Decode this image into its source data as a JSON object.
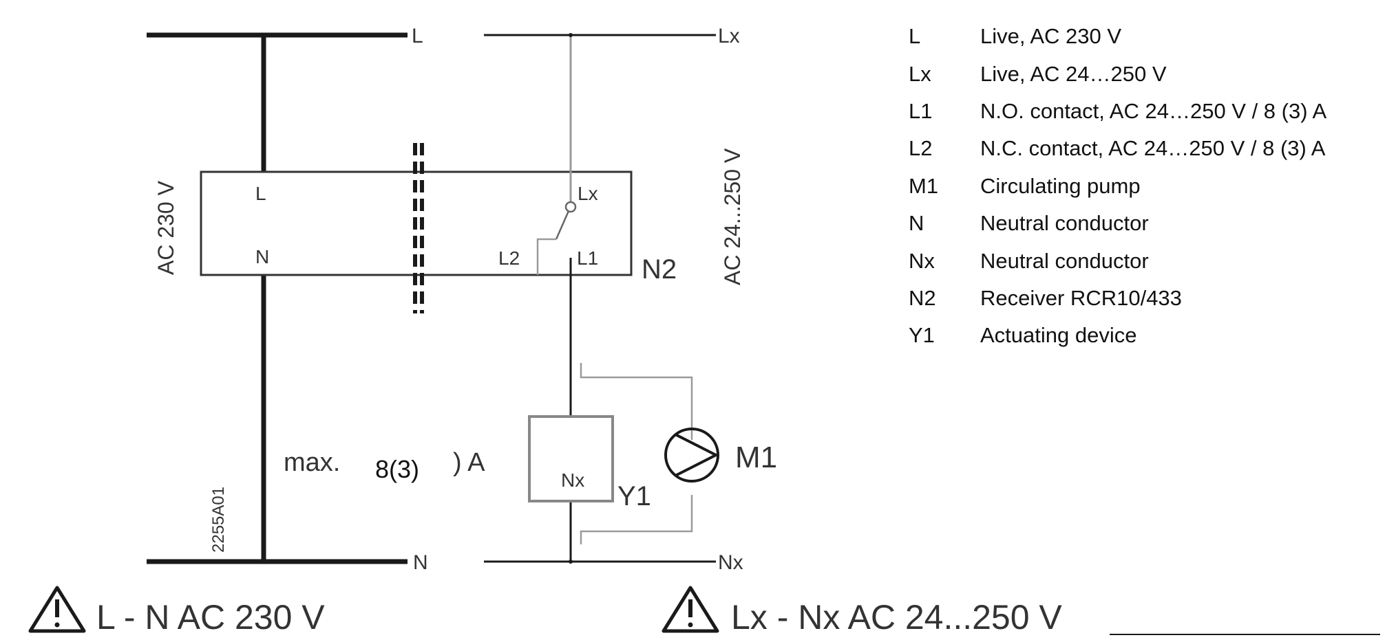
{
  "diagram": {
    "terminals": {
      "line_L": "L",
      "line_N": "N",
      "line_Lx": "Lx",
      "line_Nx": "Nx",
      "box_L": "L",
      "box_N": "N",
      "box_Lx": "Lx",
      "box_L1": "L1",
      "box_L2": "L2",
      "box_Nx": "Nx"
    },
    "voltage_left": "AC 230 V",
    "voltage_right": "AC 24...250 V",
    "receiver_label": "N2",
    "actuator_label": "Y1",
    "pump_label": "M1",
    "max_prefix": "max.",
    "max_value": "8(3)",
    "max_unit": ") A",
    "drawing_code": "2255A01",
    "warning_left": "L - N AC 230 V",
    "warning_right": "Lx - Nx AC 24...250 V"
  },
  "legend": [
    {
      "code": "L",
      "desc": "Live, AC 230 V"
    },
    {
      "code": "Lx",
      "desc": "Live, AC 24…250 V"
    },
    {
      "code": "L1",
      "desc": "N.O. contact, AC 24…250 V / 8 (3) A"
    },
    {
      "code": "L2",
      "desc": "N.C. contact, AC 24…250 V / 8 (3) A"
    },
    {
      "code": "M1",
      "desc": "Circulating pump"
    },
    {
      "code": "N",
      "desc": "Neutral conductor"
    },
    {
      "code": "Nx",
      "desc": "Neutral conductor"
    },
    {
      "code": "N2",
      "desc": "Receiver RCR10/433"
    },
    {
      "code": "Y1",
      "desc": "Actuating device"
    }
  ],
  "colors": {
    "heavy_line": "#1a1a1a",
    "light_line": "#9a9a9a",
    "label_text": "#333333"
  }
}
